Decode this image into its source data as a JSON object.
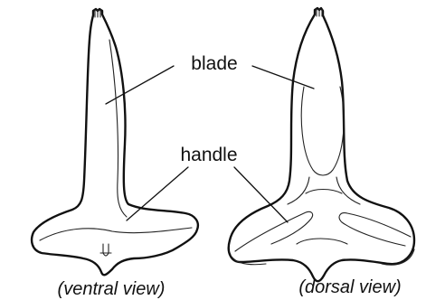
{
  "labels": {
    "blade": "blade",
    "handle": "handle"
  },
  "captions": {
    "left": "(ventral view)",
    "right": "(dorsal view)"
  }
}
